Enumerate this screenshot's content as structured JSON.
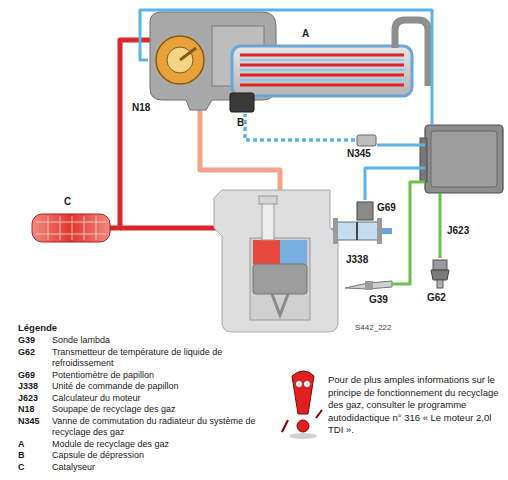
{
  "diagram": {
    "nodes": [
      {
        "text": [
          "A"
        ]
      },
      {
        "text": [
          "N18"
        ]
      },
      {
        "text": [
          "B"
        ]
      },
      {
        "text": [
          "N345"
        ]
      },
      {
        "text": [
          "J623"
        ]
      },
      {
        "text": [
          "C"
        ]
      },
      {
        "text": [
          "G69"
        ]
      },
      {
        "text": [
          "J338"
        ]
      },
      {
        "text": [
          "G39"
        ]
      },
      {
        "text": [
          "G62"
        ]
      }
    ],
    "edges": [
      {
        "from": 4,
        "to": 1,
        "arrow": "none"
      },
      {
        "from": 4,
        "to": 3,
        "arrow": "none"
      },
      {
        "from": 3,
        "to": 2,
        "arrow": "none"
      },
      {
        "from": 4,
        "to": 6,
        "arrow": "none"
      },
      {
        "from": 4,
        "to": 8,
        "arrow": "none"
      },
      {
        "from": 4,
        "to": 9,
        "arrow": "none"
      }
    ],
    "labels": [
      "Légende",
      "G39",
      "Sonde lambda",
      "G62",
      "Transmetteur de température de liquide de refroidissement",
      "G69",
      "Potentiomètre de papillon",
      "J338",
      "Unité de commande de papillon",
      "J623",
      "Calculateur du moteur",
      "N18",
      "Soupape de recyclage des gaz",
      "N345",
      "Vanne de commutation du radiateur du système de recyclage des gaz",
      "A",
      "Module de recyclage des gaz",
      "B",
      "Capsule de dépression",
      "C",
      "Catalyseur",
      "S442_222",
      "Pour de plus amples informations sur le principe de fonctionnement du recyclage des gaz, consulter le programme autodidactique n° 316 « Le moteur 2,0l TDI »."
    ]
  }
}
